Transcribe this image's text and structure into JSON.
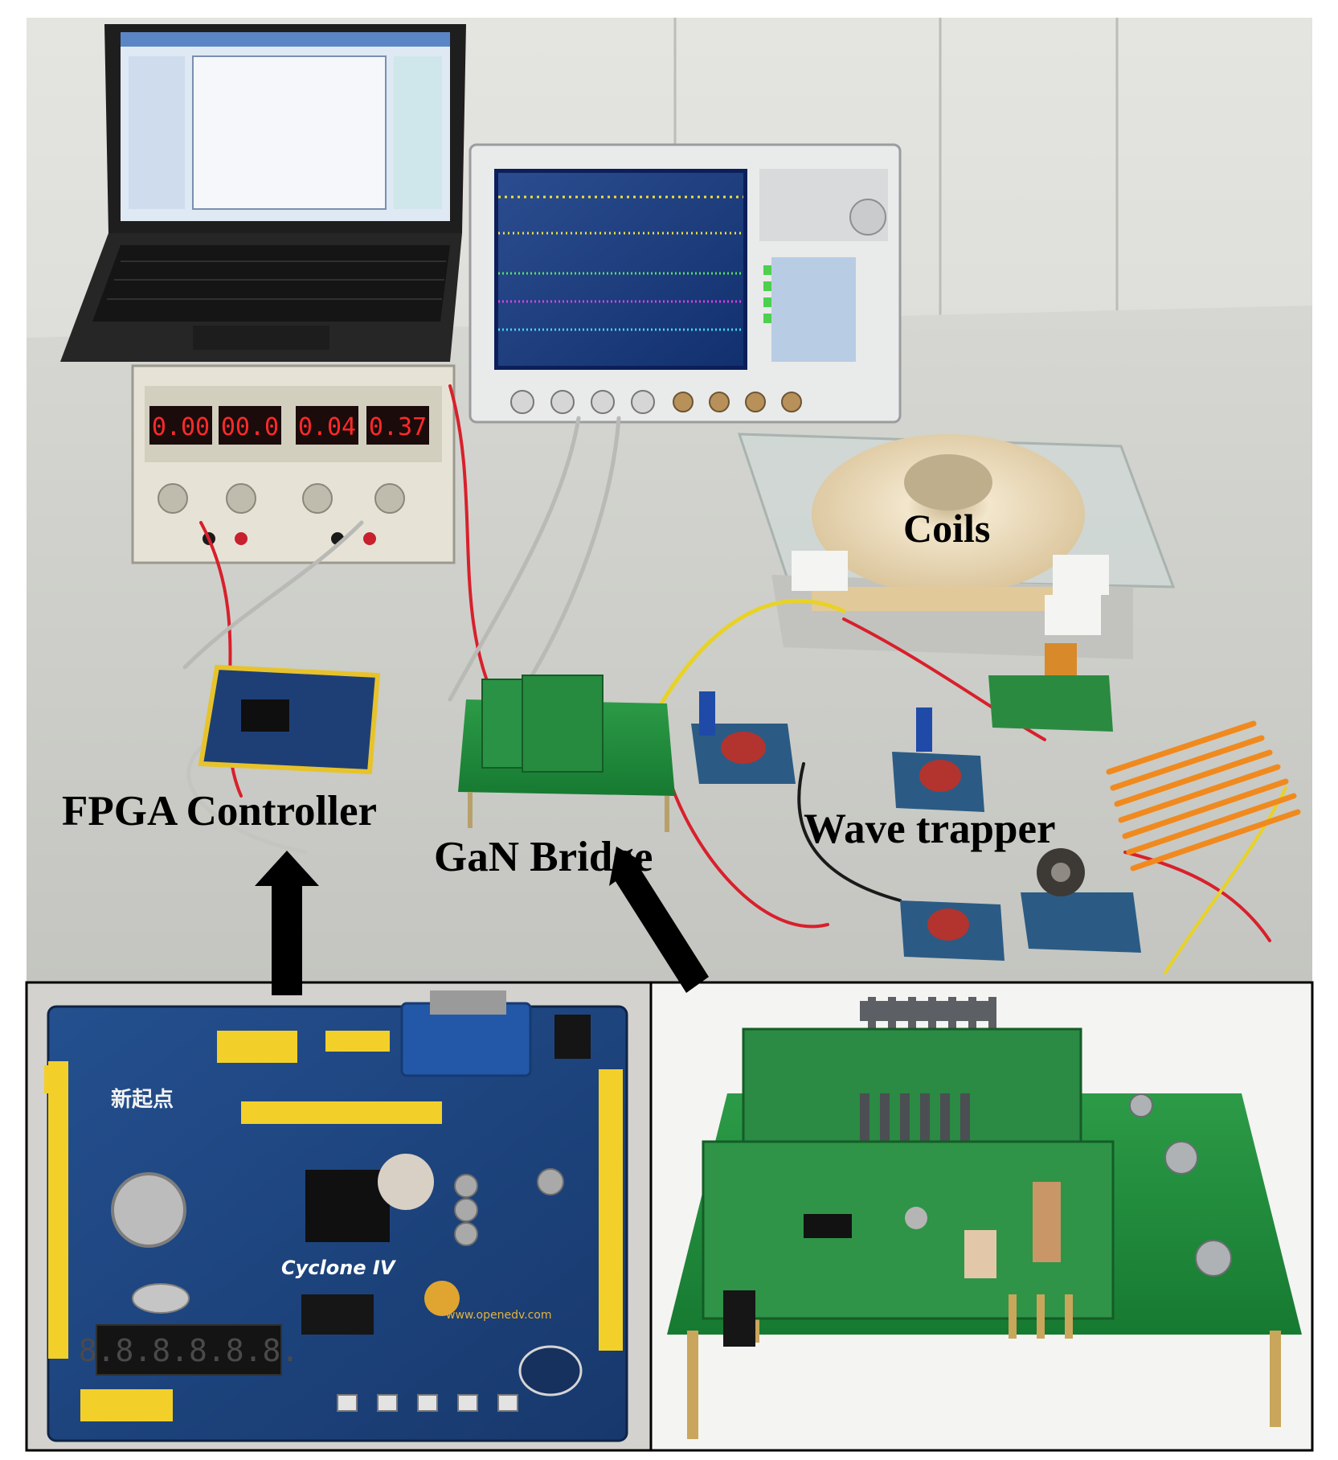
{
  "figure": {
    "labels": {
      "coils": "Coils",
      "fpga_controller": "FPGA Controller",
      "gan_bridge": "GaN Bridge",
      "wave_trapper": "Wave trapper"
    },
    "power_supply": {
      "readouts": [
        "0.00",
        "00.0",
        "0.04",
        "0.37"
      ]
    },
    "fpga_board": {
      "brand_text": "新起点",
      "chip_text": "Cyclone IV",
      "display_digits": "8.8.8.8.8.8.",
      "website_text": "www.openedv.com"
    },
    "colors": {
      "border": "#000000",
      "label_text": "#000000",
      "wall": "#dcdcd8",
      "table": "#cfd0cb",
      "pcb_green": "#1f8a3a",
      "fpga_blue": "#1d3f7a",
      "header_yellow": "#f3cf2a",
      "scope_screen": "#0c1f5a",
      "wire_red": "#d8202c",
      "wire_yellow": "#e8d228",
      "coil_copper": "#e0c9a0"
    }
  }
}
